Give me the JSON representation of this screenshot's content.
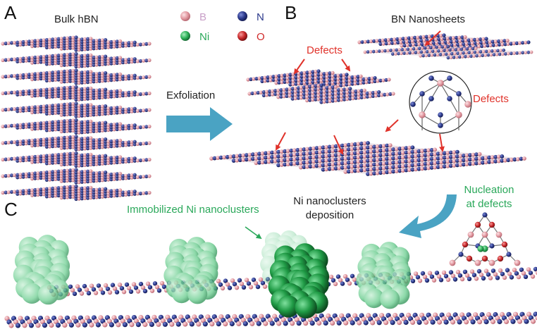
{
  "panels": {
    "a": "A",
    "b": "B",
    "c": "C"
  },
  "titles": {
    "bulk": "Bulk hBN",
    "nanosheets": "BN Nanosheets"
  },
  "legend": {
    "b": "B",
    "n": "N",
    "ni": "Ni",
    "o": "O"
  },
  "labels": {
    "exfoliation": "Exfoliation",
    "defects_top": "Defects",
    "defects_right": "Defects",
    "ni_deposition_1": "Ni nanoclusters",
    "ni_deposition_2": "deposition",
    "nucleation_1": "Nucleation",
    "nucleation_2": "at defects",
    "immobilized": "Immobilized Ni nanoclusters"
  },
  "colors": {
    "boron": "#e39aa2",
    "nitrogen": "#2c3a8c",
    "nickel": "#2fb35a",
    "oxygen": "#c8282a",
    "arrow": "#4aa3c3",
    "defect_text": "#e0322a",
    "green_text": "#2aa85a"
  }
}
